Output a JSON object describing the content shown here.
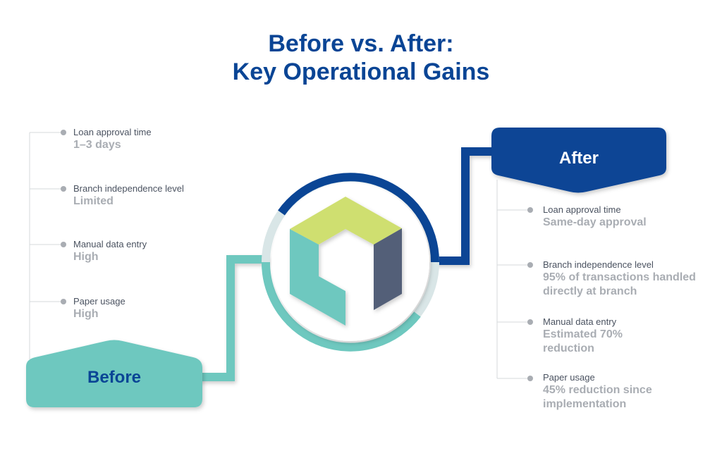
{
  "title": {
    "line1": "Before vs. After:",
    "line2": "Key Operational Gains"
  },
  "before": {
    "label": "Before",
    "items": [
      {
        "label": "Loan approval time",
        "value": "1–3 days"
      },
      {
        "label": "Branch independence level",
        "value": "Limited"
      },
      {
        "label": "Manual data entry",
        "value": "High"
      },
      {
        "label": "Paper usage",
        "value": "High"
      }
    ]
  },
  "after": {
    "label": "After",
    "items": [
      {
        "label": "Loan approval time",
        "value": "Same-day approval"
      },
      {
        "label": "Branch independence level",
        "value": "95% of transactions handled directly at branch"
      },
      {
        "label": "Manual data entry",
        "value": "Estimated 70% reduction"
      },
      {
        "label": "Paper usage",
        "value": "45% reduction since implementation"
      }
    ]
  },
  "colors": {
    "navy": "#0a4595",
    "teal": "#6ec8bf",
    "lime": "#cfdf6f",
    "slate": "#525f78",
    "ring": "#d9e6e7"
  }
}
